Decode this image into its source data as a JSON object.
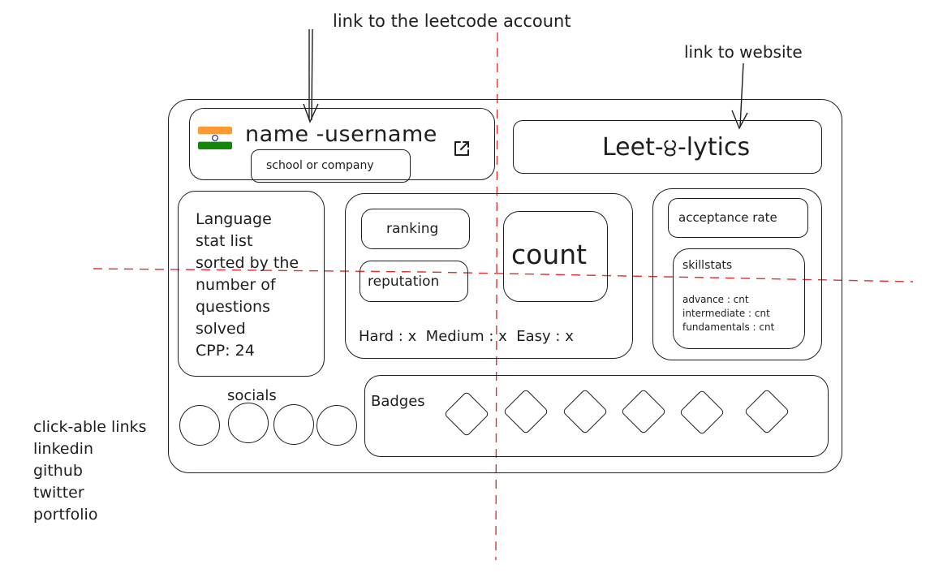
{
  "annotations": {
    "leetcode_link": "link to the leetcode account",
    "website_link": "link to website",
    "social_links": [
      "click-able links",
      "linkedin",
      "github",
      "twitter",
      "portfolio"
    ]
  },
  "profile": {
    "name": "name -username",
    "school": "school or company",
    "flag": "india-flag-icon",
    "external_icon": "external-link-icon"
  },
  "brand": {
    "title": "Leet-੪-lytics"
  },
  "language_stats": {
    "lines": [
      "Language",
      "stat list",
      "sorted by the",
      "number of",
      "questions",
      "solved",
      "CPP: 24"
    ]
  },
  "stats": {
    "ranking": "ranking",
    "reputation": "reputation",
    "count": "count",
    "difficulty": "Hard : x  Medium : x  Easy : x"
  },
  "acceptance": {
    "label": "acceptance rate"
  },
  "skillstats": {
    "title": "skillstats",
    "lines": [
      "advance : cnt",
      "intermediate : cnt",
      "fundamentals : cnt"
    ]
  },
  "socials": {
    "label": "socials",
    "count": 4
  },
  "badges": {
    "label": "Badges",
    "count": 6
  },
  "colors": {
    "stroke": "#1e1e1e",
    "guide": "#e03131"
  }
}
